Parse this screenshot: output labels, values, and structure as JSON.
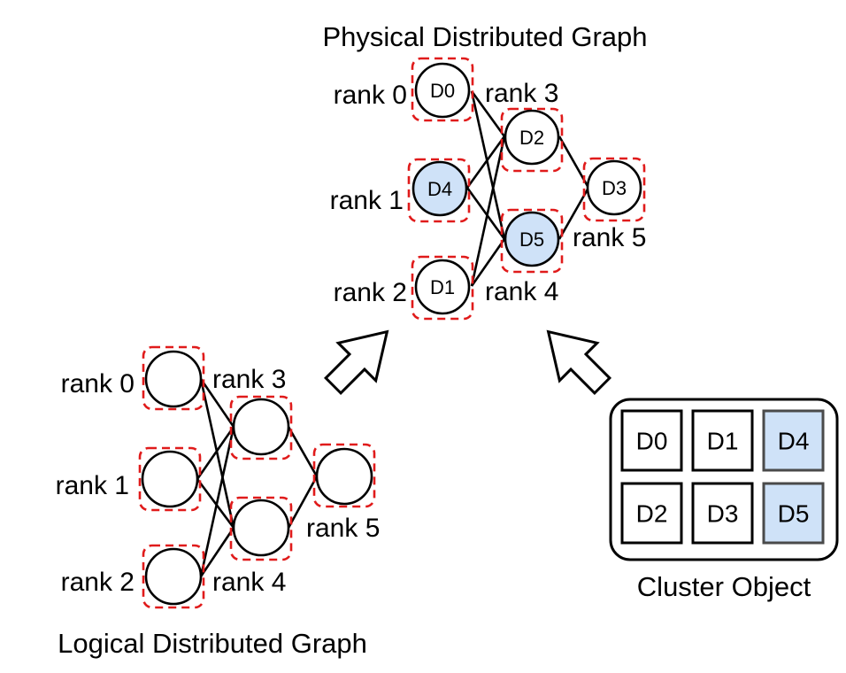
{
  "physical": {
    "title": "Physical Distributed Graph",
    "rank_labels": [
      "rank 0",
      "rank 1",
      "rank 2",
      "rank 3",
      "rank 4",
      "rank 5"
    ],
    "devices": [
      "D0",
      "D4",
      "D1",
      "D2",
      "D5",
      "D3"
    ],
    "highlighted_devices": [
      "D4",
      "D5"
    ]
  },
  "logical": {
    "title": "Logical Distributed Graph",
    "rank_labels": [
      "rank 0",
      "rank 1",
      "rank 2",
      "rank 3",
      "rank 4",
      "rank 5"
    ]
  },
  "cluster": {
    "title": "Cluster Object",
    "rows": [
      [
        "D0",
        "D1",
        "D4"
      ],
      [
        "D2",
        "D3",
        "D5"
      ]
    ],
    "highlighted": [
      "D4",
      "D5"
    ]
  },
  "colors": {
    "highlight_fill": "#cfe2f8",
    "dashed_outline": "#e01b1b"
  }
}
